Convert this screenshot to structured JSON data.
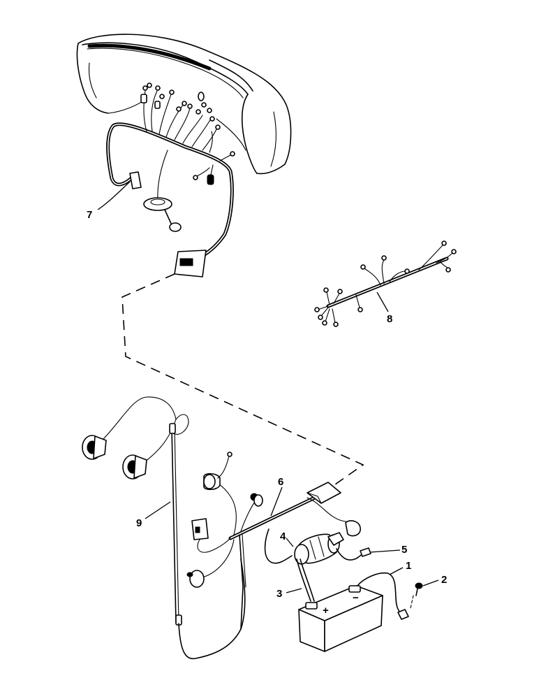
{
  "callouts": [
    {
      "id": "1",
      "text": "1"
    },
    {
      "id": "2",
      "text": "2"
    },
    {
      "id": "3",
      "text": "3"
    },
    {
      "id": "4",
      "text": "4"
    },
    {
      "id": "5",
      "text": "5"
    },
    {
      "id": "6",
      "text": "6"
    },
    {
      "id": "7",
      "text": "7"
    },
    {
      "id": "8",
      "text": "8"
    },
    {
      "id": "9",
      "text": "9"
    }
  ],
  "battery_symbols": {
    "plus": "+",
    "minus": "−"
  },
  "colors": {
    "line": "#000000",
    "background": "#ffffff"
  }
}
